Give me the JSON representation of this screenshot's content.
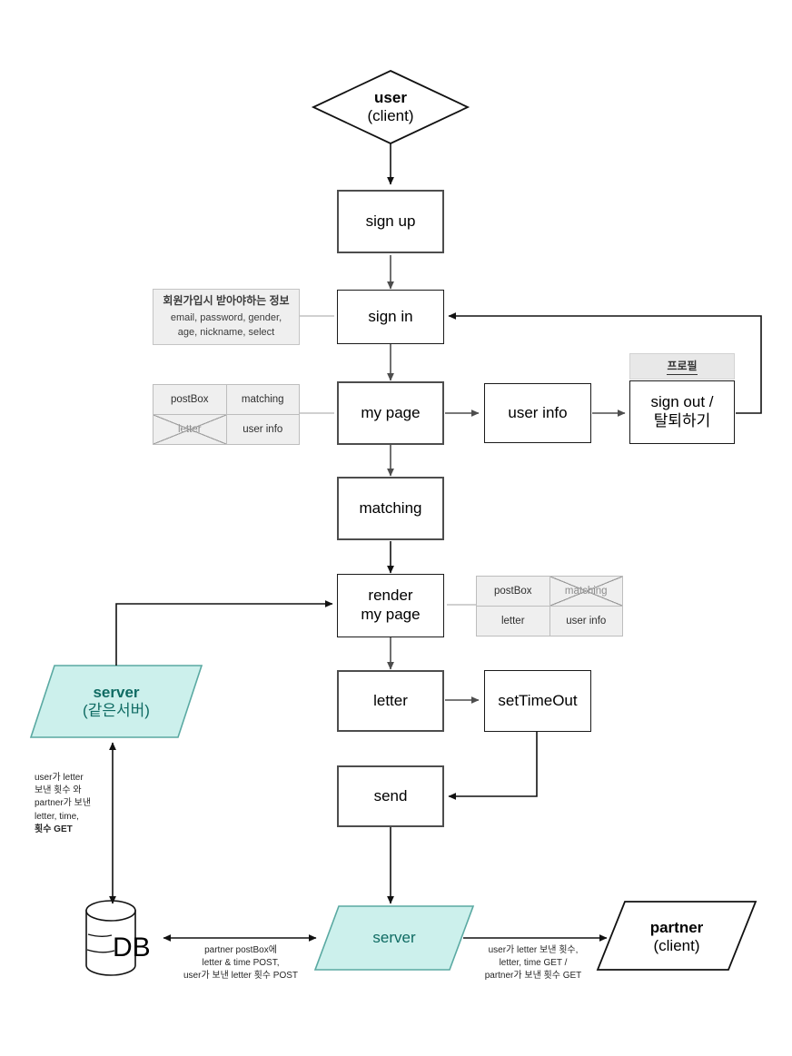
{
  "diagram": {
    "title": "service flow diagram",
    "accent_fill": "#ccf0ec",
    "accent_stroke": "#5aa9a2",
    "accent_text": "#0f6b63",
    "note_fill": "#efefef",
    "node_stroke": "#4d4d4d"
  },
  "nodes": {
    "user": {
      "line1": "user",
      "line2": "(client)",
      "shape": "diamond"
    },
    "sign_up": {
      "label": "sign up",
      "shape": "process"
    },
    "sign_in": {
      "label": "sign in",
      "shape": "process"
    },
    "my_page": {
      "label": "my page",
      "shape": "process"
    },
    "user_info": {
      "label": "user info",
      "shape": "process"
    },
    "sign_out": {
      "line1": "sign out /",
      "line2": "탈퇴하기",
      "shape": "process"
    },
    "profile_header": {
      "label": "프로필"
    },
    "matching": {
      "label": "matching",
      "shape": "process"
    },
    "render_my_page": {
      "line1": "render",
      "line2": "my page",
      "shape": "process"
    },
    "letter": {
      "label": "letter",
      "shape": "process"
    },
    "set_timeout": {
      "label": "setTimeOut",
      "shape": "process"
    },
    "send": {
      "label": "send",
      "shape": "process"
    },
    "server_same": {
      "line1": "server",
      "line2": "(같은서버)",
      "shape": "parallelogram"
    },
    "server_bottom": {
      "label": "server",
      "shape": "parallelogram"
    },
    "db": {
      "label": "DB",
      "shape": "cylinder"
    },
    "partner": {
      "line1": "partner",
      "line2": "(client)",
      "shape": "parallelogram"
    }
  },
  "notes": {
    "signup_info": {
      "title": "회원가입시 받아야하는 정보",
      "line1": "email, password, gender,",
      "line2": "age, nickname, select"
    },
    "mypage_grid": {
      "cells": [
        {
          "label": "postBox",
          "crossed": false
        },
        {
          "label": "matching",
          "crossed": false
        },
        {
          "label": "letter",
          "crossed": true
        },
        {
          "label": "user info",
          "crossed": false
        }
      ]
    },
    "render_grid": {
      "cells": [
        {
          "label": "postBox",
          "crossed": false
        },
        {
          "label": "matching",
          "crossed": true
        },
        {
          "label": "letter",
          "crossed": false
        },
        {
          "label": "user info",
          "crossed": false
        }
      ]
    }
  },
  "edge_labels": {
    "db_to_server_same": {
      "line1": "user가 letter",
      "line2": "보낸 횟수 와",
      "line3": "partner가 보낸",
      "line4": "letter, time,",
      "line5": "횟수 GET"
    },
    "db_to_server_bottom": {
      "line1": "partner postBox에",
      "line2": "letter & time POST,",
      "line3": "user가 보낸 letter 횟수 POST"
    },
    "server_to_partner": {
      "line1": "user가 letter 보낸 횟수,",
      "line2": "letter, time GET /",
      "line3": "partner가 보낸 횟수 GET"
    }
  }
}
